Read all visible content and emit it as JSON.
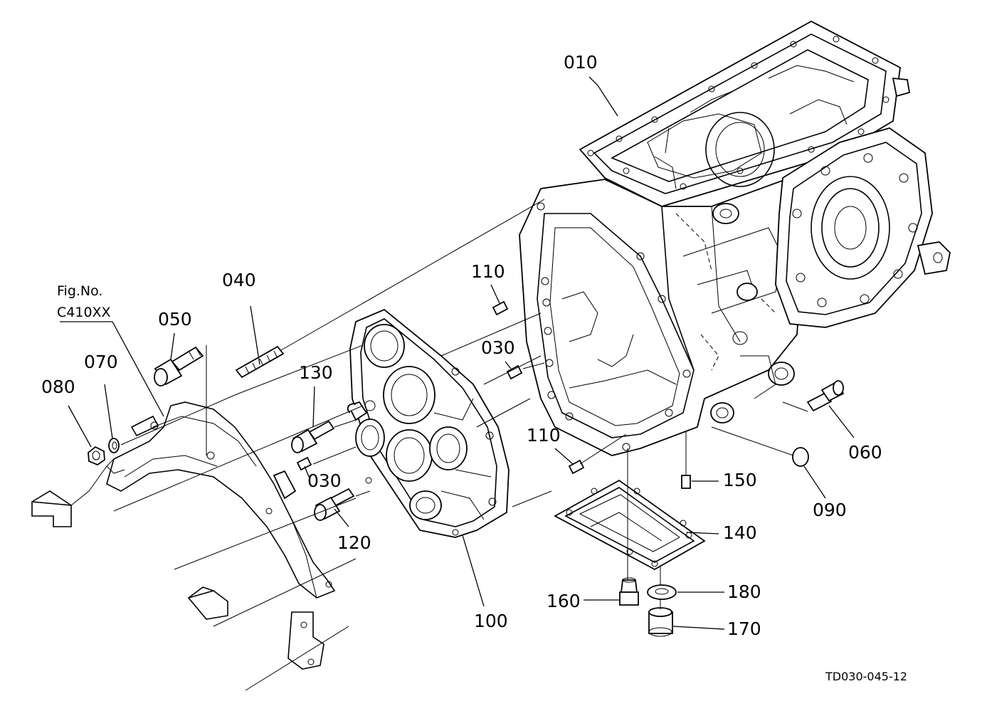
{
  "figure_ref": {
    "line1": "Fig.No.",
    "line2": "C410XX"
  },
  "drawing_code": "TD030-045-12",
  "callouts": {
    "c010": "010",
    "c040": "040",
    "c050": "050",
    "c070": "070",
    "c080": "080",
    "c110a": "110",
    "c030a": "030",
    "c130": "130",
    "c030b": "030",
    "c120": "120",
    "c110b": "110",
    "c100": "100",
    "c060": "060",
    "c090": "090",
    "c150": "150",
    "c140": "140",
    "c160": "160",
    "c180": "180",
    "c170": "170"
  }
}
